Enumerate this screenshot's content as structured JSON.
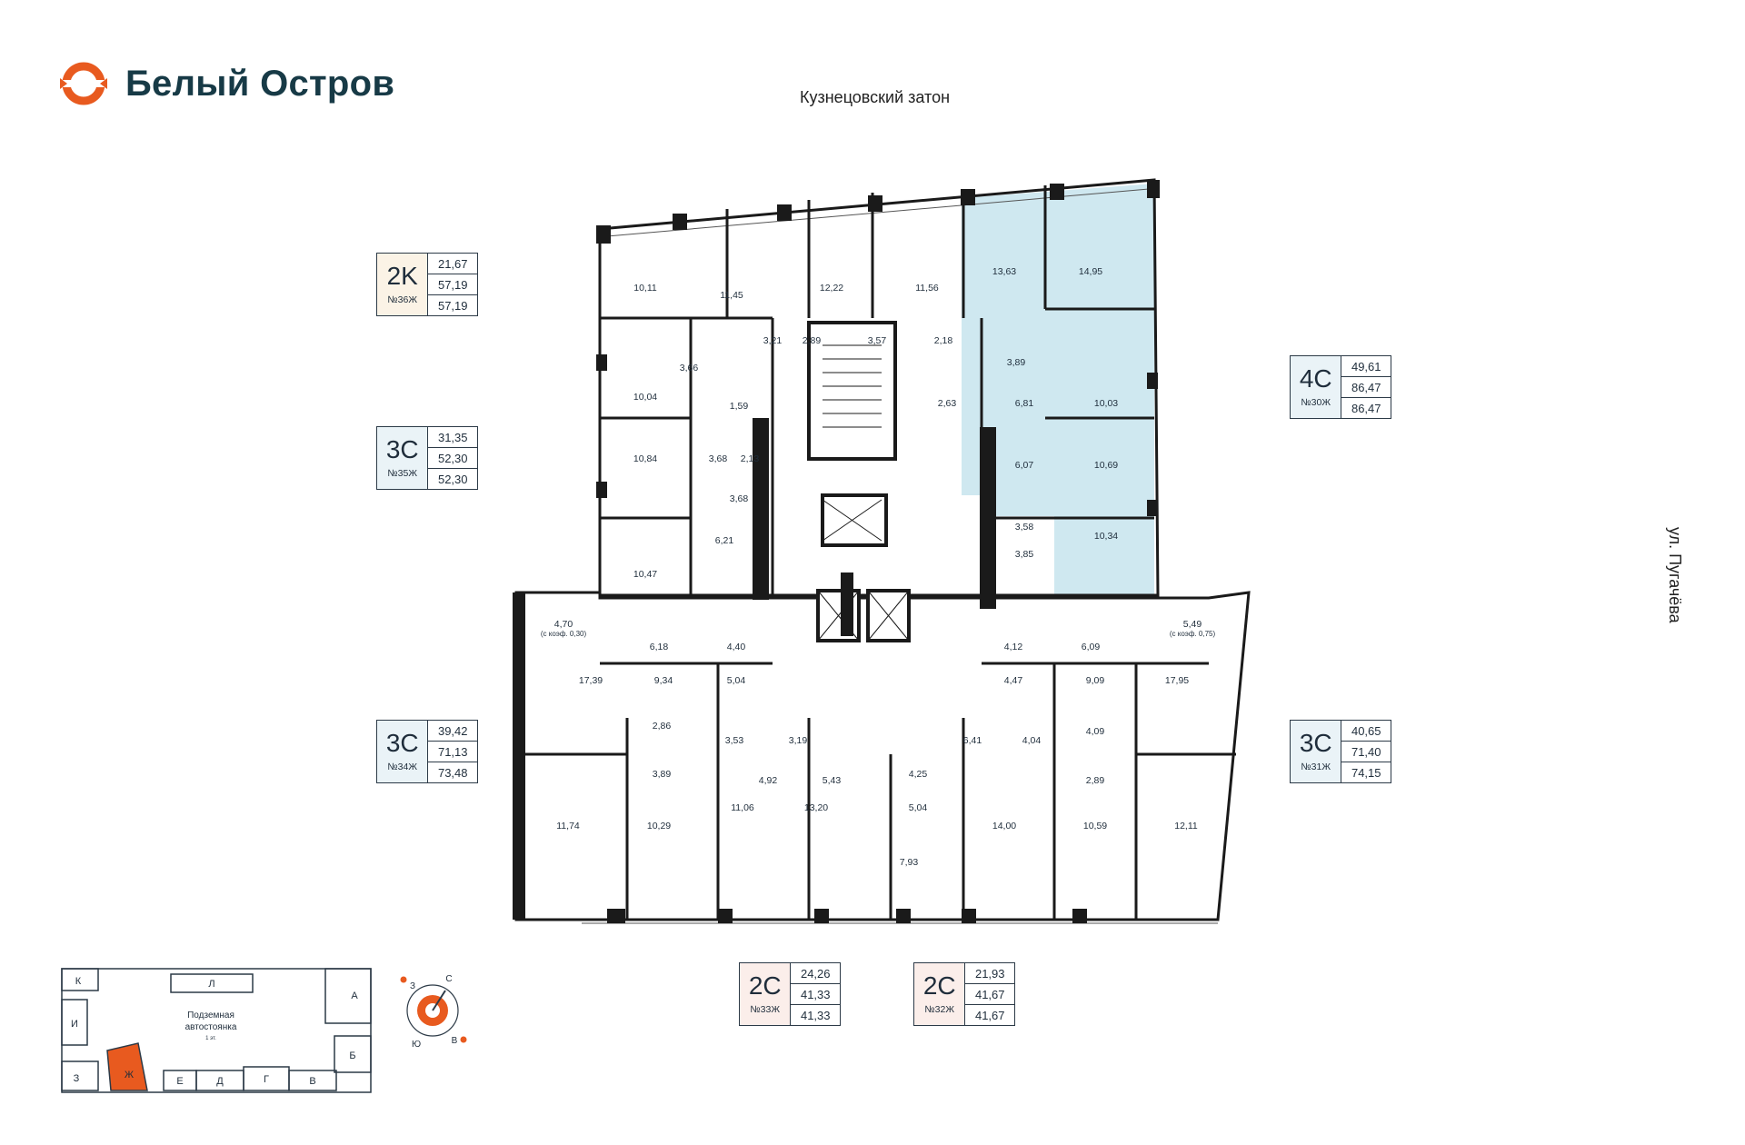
{
  "brand": {
    "name": "Белый Остров",
    "logo_color": "#e85a1f",
    "text_color": "#173a46"
  },
  "streets": {
    "north": "Кузнецовский затон",
    "east": "ул. Пугачёва"
  },
  "highlight_color": "#cfe8f0",
  "apartments": [
    {
      "id": "2K",
      "number": "№36Ж",
      "values": [
        "21,67",
        "57,19",
        "57,19"
      ]
    },
    {
      "id": "3C",
      "number": "№35Ж",
      "values": [
        "31,35",
        "52,30",
        "52,30"
      ]
    },
    {
      "id": "3C",
      "number": "№34Ж",
      "values": [
        "39,42",
        "71,13",
        "73,48"
      ]
    },
    {
      "id": "4C",
      "number": "№30Ж",
      "values": [
        "49,61",
        "86,47",
        "86,47"
      ]
    },
    {
      "id": "3C",
      "number": "№31Ж",
      "values": [
        "40,65",
        "71,40",
        "74,15"
      ]
    },
    {
      "id": "2C",
      "number": "№33Ж",
      "values": [
        "24,26",
        "41,33",
        "41,33"
      ]
    },
    {
      "id": "2C",
      "number": "№32Ж",
      "values": [
        "21,93",
        "41,67",
        "41,67"
      ]
    }
  ],
  "room_areas": [
    "10,11",
    "11,45",
    "12,22",
    "11,56",
    "13,63",
    "14,95",
    "3,66",
    "3,21",
    "2,89",
    "3,57",
    "2,18",
    "3,89",
    "10,04",
    "1,59",
    "2,63",
    "6,81",
    "10,03",
    "10,84",
    "3,68",
    "2,13",
    "6,07",
    "10,69",
    "3,68",
    "3,58",
    "10,34",
    "6,21",
    "3,85",
    "10,47",
    "4,70",
    "6,18",
    "4,40",
    "4,12",
    "6,09",
    "5,49",
    "17,39",
    "9,34",
    "5,04",
    "4,47",
    "9,09",
    "17,95",
    "2,86",
    "3,53",
    "3,19",
    "6,41",
    "4,04",
    "4,09",
    "3,89",
    "4,92",
    "5,43",
    "4,25",
    "2,89",
    "11,74",
    "10,29",
    "11,06",
    "13,20",
    "5,04",
    "14,00",
    "10,59",
    "12,11",
    "7,93"
  ],
  "balcony_notes": [
    "(с коэф. 0,30)",
    "(с коэф. 0,75)"
  ],
  "site_plan": {
    "sections": [
      "К",
      "Л",
      "А",
      "И",
      "Б",
      "З",
      "Ж",
      "Е",
      "Д",
      "Г",
      "В"
    ],
    "parking_line1": "Подземная",
    "parking_line2": "автостоянка",
    "parking_level": "1 эт.",
    "active_section": "Ж",
    "active_color": "#e85a1f"
  },
  "compass": {
    "labels": [
      "З",
      "С",
      "Ю",
      "В"
    ],
    "color": "#e85a1f"
  }
}
